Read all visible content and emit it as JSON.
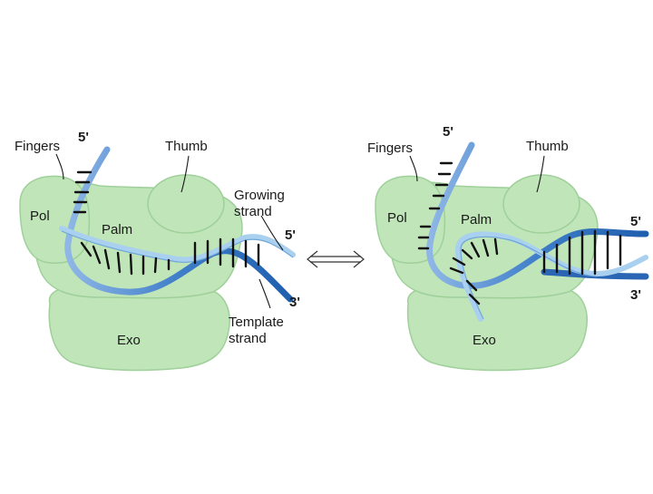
{
  "colors": {
    "protein_fill": "#bfe5b8",
    "protein_edge": "#9fd09a",
    "template_strand": "#3f7ec9",
    "growing_strand": "#a9d0ef",
    "base_pair": "#111111"
  },
  "left_panel": {
    "fingers": "Fingers",
    "thumb": "Thumb",
    "pol": "Pol",
    "palm": "Palm",
    "exo": "Exo",
    "growing_strand_line1": "Growing",
    "growing_strand_line2": "strand",
    "template_strand_line1": "Template",
    "template_strand_line2": "strand",
    "five_prime_top": "5'",
    "five_prime_right": "5'",
    "three_prime": "3'"
  },
  "right_panel": {
    "fingers": "Fingers",
    "thumb": "Thumb",
    "pol": "Pol",
    "palm": "Palm",
    "exo": "Exo",
    "five_prime_top": "5'",
    "five_prime_right": "5'",
    "three_prime": "3'"
  },
  "equilibrium_icon": "double-arrow-icon"
}
